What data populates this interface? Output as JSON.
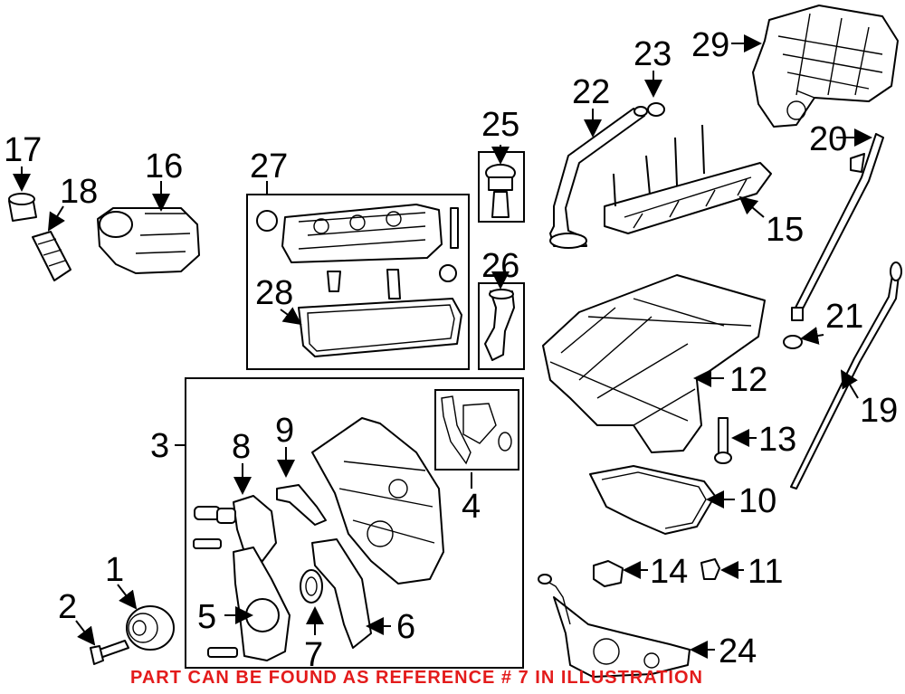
{
  "callouts": {
    "n1": "1",
    "n2": "2",
    "n3": "3",
    "n4": "4",
    "n5": "5",
    "n6": "6",
    "n7": "7",
    "n8": "8",
    "n9": "9",
    "n10": "10",
    "n11": "11",
    "n12": "12",
    "n13": "13",
    "n14": "14",
    "n15": "15",
    "n16": "16",
    "n17": "17",
    "n18": "18",
    "n19": "19",
    "n20": "20",
    "n21": "21",
    "n22": "22",
    "n23": "23",
    "n24": "24",
    "n25": "25",
    "n26": "26",
    "n27": "27",
    "n28": "28",
    "n29": "29"
  },
  "note": "PART CAN BE FOUND AS REFERENCE # 7 IN ILLUSTRATION",
  "colors": {
    "note": "#e31b1b",
    "line": "#000000"
  }
}
